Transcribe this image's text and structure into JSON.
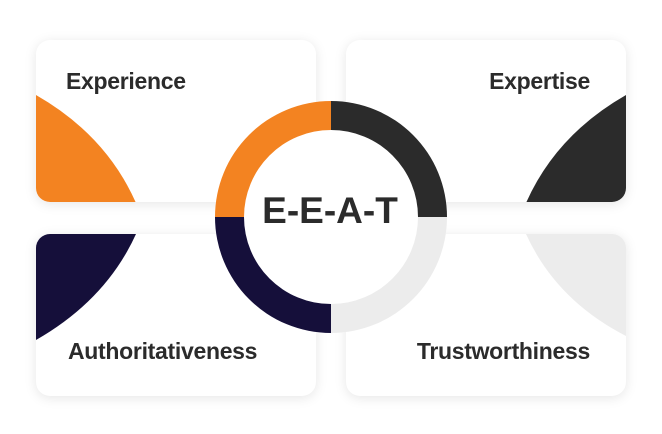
{
  "center_label": "E-E-A-T",
  "quadrants": [
    {
      "label": "Experience",
      "color": "#f38321"
    },
    {
      "label": "Expertise",
      "color": "#2b2b2b"
    },
    {
      "label": "Authoritativeness",
      "color": "#150f3a"
    },
    {
      "label": "Trustworthiness",
      "color": "#ececec"
    }
  ]
}
